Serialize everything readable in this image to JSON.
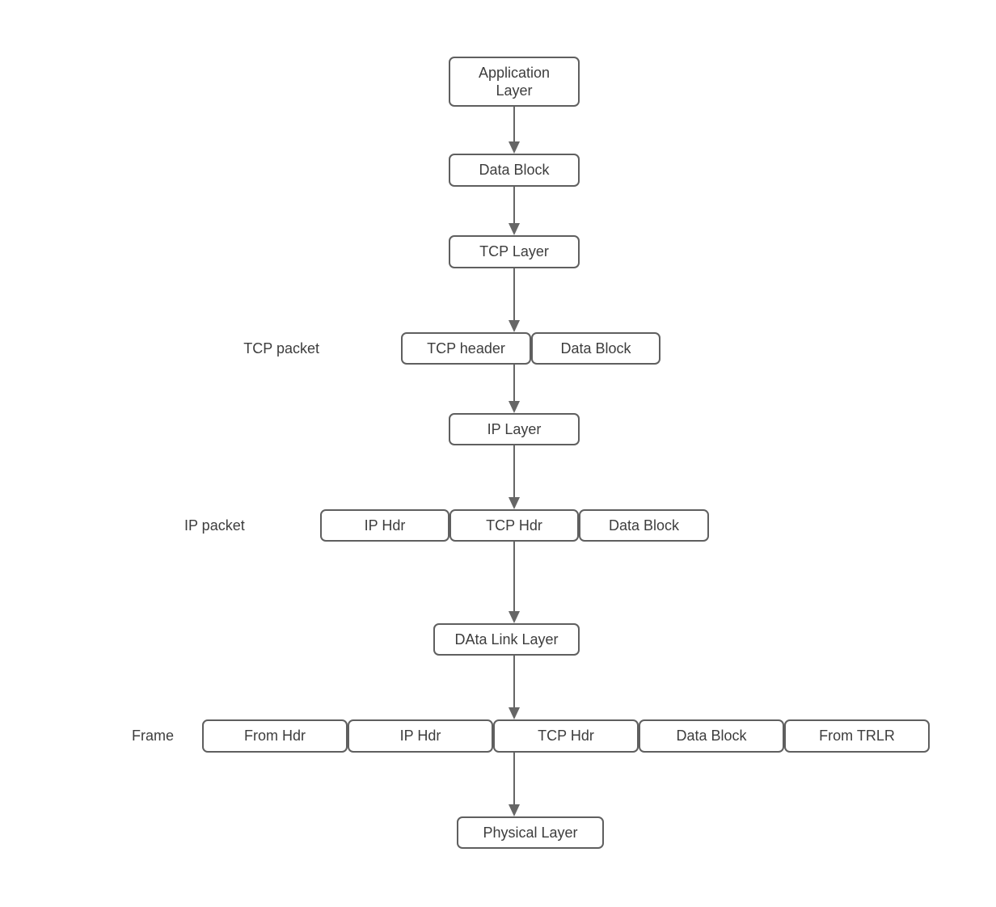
{
  "colors": {
    "background": "#ffffff",
    "node_border": "#5f5f5f",
    "node_fill": "#ffffff",
    "text": "#3d3d3d",
    "arrow": "#666666"
  },
  "nodes": {
    "application_layer": "Application\nLayer",
    "data_block": "Data Block",
    "tcp_layer": "TCP Layer",
    "ip_layer": "IP Layer",
    "data_link_layer": "DAta Link Layer",
    "physical_layer": "Physical Layer"
  },
  "rows": {
    "tcp_packet": {
      "label": "TCP packet",
      "segments": [
        "TCP header",
        "Data Block"
      ]
    },
    "ip_packet": {
      "label": "IP packet",
      "segments": [
        "IP Hdr",
        "TCP Hdr",
        "Data Block"
      ]
    },
    "frame": {
      "label": "Frame",
      "segments": [
        "From Hdr",
        "IP Hdr",
        "TCP Hdr",
        "Data Block",
        "From TRLR"
      ]
    }
  }
}
